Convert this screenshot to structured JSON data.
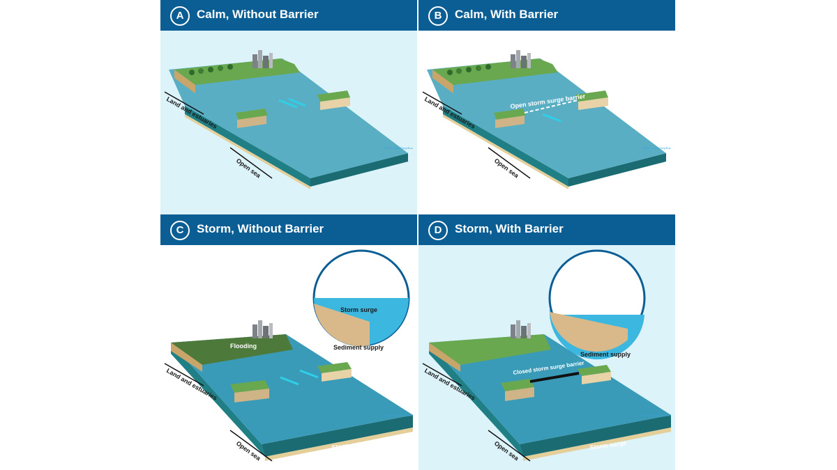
{
  "panels": {
    "a": {
      "letter": "A",
      "title": "Calm, Without Barrier",
      "bg_color": "#ddf3fa"
    },
    "b": {
      "letter": "B",
      "title": "Calm, With Barrier",
      "bg_color": "#ffffff",
      "barrier_label": "Open storm surge barrier"
    },
    "c": {
      "letter": "C",
      "title": "Storm, Without Barrier",
      "bg_color": "#ffffff",
      "flooding_label": "Flooding",
      "storm_surge_label": "Storm surge",
      "inset_storm_surge": "Storm surge",
      "inset_sediment": "Sediment supply"
    },
    "d": {
      "letter": "D",
      "title": "Storm, With Barrier",
      "bg_color": "#ddf3fa",
      "barrier_label": "Closed storm surge barrier",
      "storm_surge_label": "Storm surge",
      "inset_sediment": "Sediment supply"
    }
  },
  "axis_labels": {
    "land": "Land and estuaries",
    "sea": "Open sea"
  },
  "credit": "©2021 Laura Chuy/Eos",
  "colors": {
    "header": "#0b5e93",
    "water": "#5aaec4",
    "land": "#6aa84f",
    "sand": "#d9b98a",
    "arrow": "#2ed0e8"
  }
}
